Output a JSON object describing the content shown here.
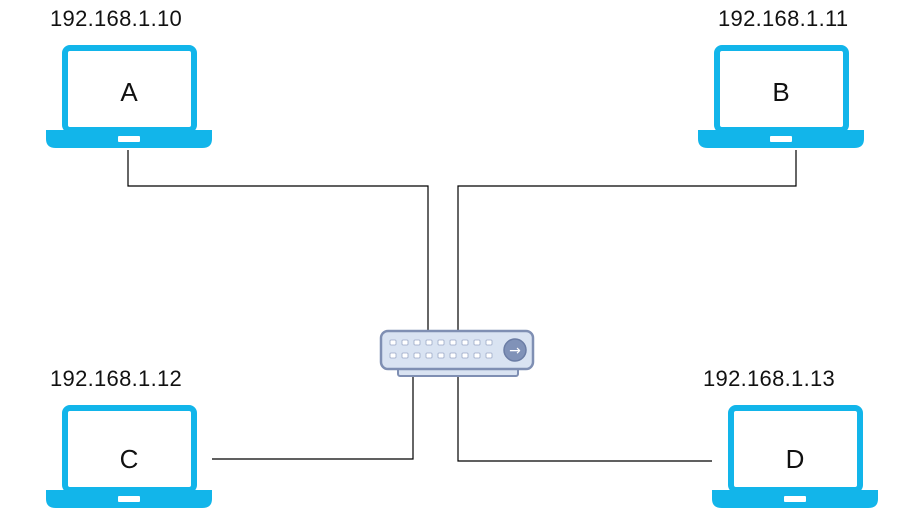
{
  "diagram": {
    "hosts": [
      {
        "id": "A",
        "ip": "192.168.1.10"
      },
      {
        "id": "B",
        "ip": "192.168.1.11"
      },
      {
        "id": "C",
        "ip": "192.168.1.12"
      },
      {
        "id": "D",
        "ip": "192.168.1.13"
      }
    ],
    "switch_arrow": "→",
    "colors": {
      "laptop": "#12B5EA",
      "switch_fill": "#D9E3F2",
      "switch_stroke": "#7F8FB3",
      "wire": "#000000"
    }
  }
}
